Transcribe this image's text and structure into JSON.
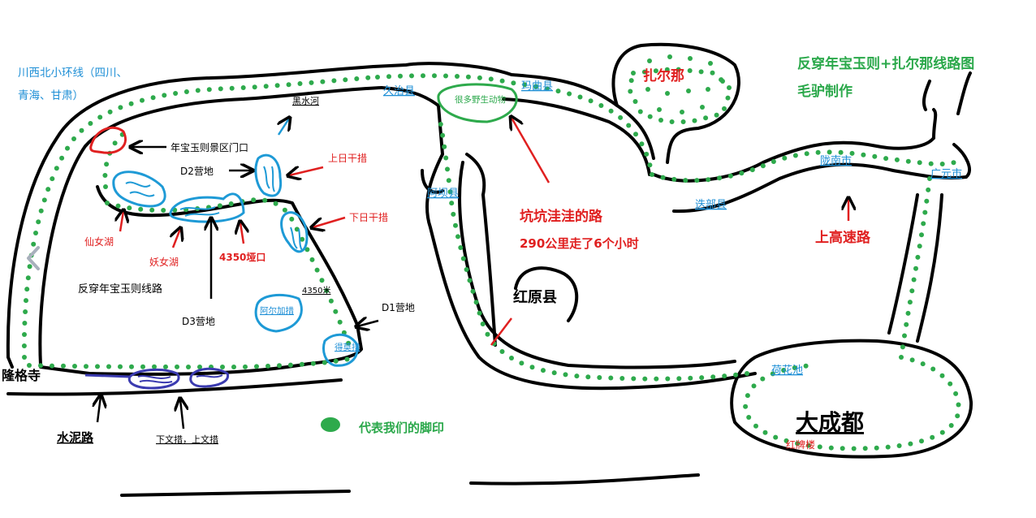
{
  "title": "反穿年宝玉则+扎尔那线路图",
  "author": "毛驴制作",
  "region_note": "川西北小环线（四川、青海、甘肃）",
  "legend_text": "代表我们的脚印",
  "road_note_lines": [
    "坑坑洼洼的路",
    "290公里走了6个小时"
  ],
  "highway_label": "上高速路",
  "places": {
    "zhaerna": "扎尔那",
    "jiuzhi": "久治县",
    "maqu": "玛曲县",
    "wildlife": "很多野生动物",
    "diebu": "迭部县",
    "longnan": "陇南市",
    "guangyuan": "广元市",
    "aba": "阿坝县",
    "hongyuan": "红原县",
    "chengdu": "大成都",
    "hehuachi": "荷花池",
    "hongpailou": "红牌楼",
    "longgesi": "隆格寺",
    "heishuihe": "黑水河",
    "gate": "年宝玉则景区门口",
    "d2": "D2营地",
    "d3": "D3营地",
    "d1": "D1营地",
    "shangrigan": "上日干措",
    "xiarigan": "下日干措",
    "xiannv": "仙女湖",
    "yaonv": "妖女湖",
    "pass4350": "4350垭口",
    "alt4350": "4350米",
    "aerjia": "阿尔加措",
    "demo": "得莫措",
    "route_name": "反穿年宝玉则线路",
    "cement": "水泥路",
    "xiawen": "下文措，上文措"
  },
  "colors": {
    "outline": "#000000",
    "footprint": "#2eaa4c",
    "lake": "#1e9ad6",
    "lake_red": "#e02020",
    "lake_dark": "#3b3bb0",
    "red_text": "#e02020",
    "blue_text": "#1e8fd6",
    "green_text": "#2aa84a"
  },
  "icons": [
    "chevron-left-icon",
    "footprint-icon",
    "arrow-icon"
  ]
}
